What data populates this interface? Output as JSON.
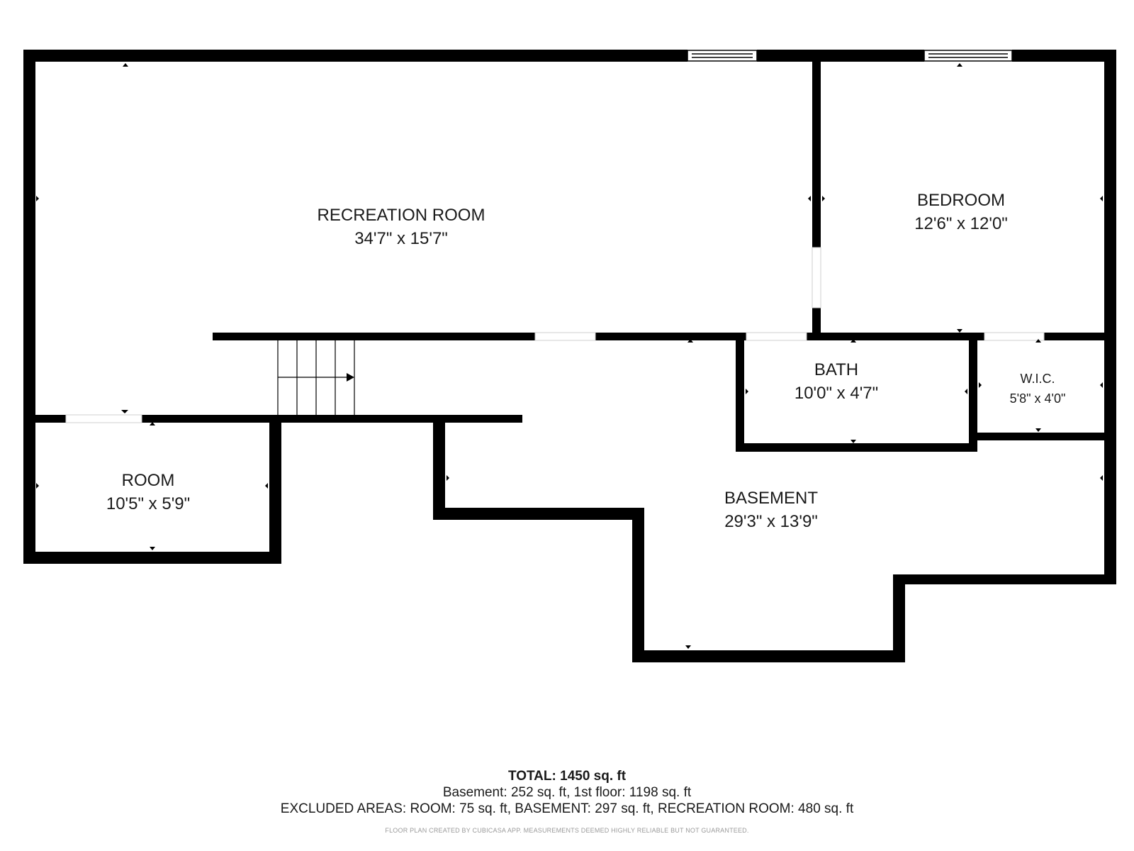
{
  "rooms": {
    "recreation": {
      "name": "RECREATION ROOM",
      "dims": "34'7\" x 15'7\""
    },
    "bedroom": {
      "name": "BEDROOM",
      "dims": "12'6\" x 12'0\""
    },
    "bath": {
      "name": "BATH",
      "dims": "10'0\" x 4'7\""
    },
    "wic": {
      "name": "W.I.C.",
      "dims": "5'8\" x 4'0\""
    },
    "room": {
      "name": "ROOM",
      "dims": "10'5\" x 5'9\""
    },
    "basement": {
      "name": "BASEMENT",
      "dims": "29'3\" x 13'9\""
    }
  },
  "summary": {
    "total_label": "TOTAL:",
    "total_value": "1450 sq. ft",
    "floors": "Basement: 252 sq. ft, 1st floor: 1198 sq. ft",
    "excluded": "EXCLUDED AREAS: ROOM: 75 sq. ft, BASEMENT: 297 sq. ft, RECREATION ROOM: 480 sq. ft"
  },
  "credit": "FLOOR PLAN CREATED BY CUBICASA APP. MEASUREMENTS DEEMED HIGHLY RELIABLE BUT NOT GUARANTEED.",
  "colors": {
    "wall": "#000000",
    "background": "#ffffff",
    "text": "#1a1a1a"
  }
}
